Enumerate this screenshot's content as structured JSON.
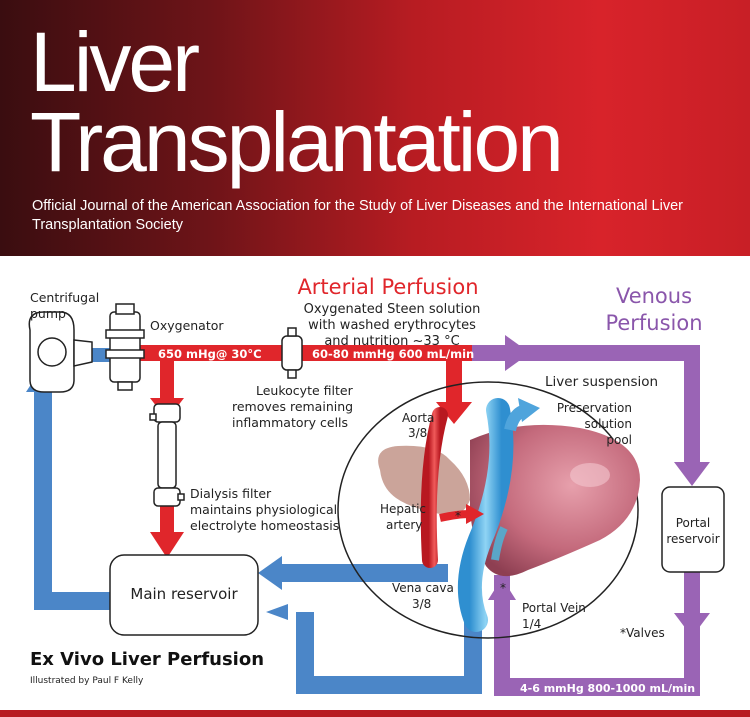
{
  "header": {
    "title_line1": "Liver",
    "title_line2": "Transplantation",
    "subtitle": "Official Journal of the American Association for the Study of Liver Diseases and the International Liver Transplantation Society"
  },
  "diagram": {
    "arterial_title": "Arterial Perfusion",
    "arterial_desc": [
      "Oxygenated Steen solution",
      "with washed erythrocytes",
      "and nutrition ~33 °C"
    ],
    "venous_title": [
      "Venous",
      "Perfusion"
    ],
    "centrifugal_pump": [
      "Centrifugal",
      "pump"
    ],
    "oxygenator": "Oxygenator",
    "pressure_arterial_1": "650 mHg@ 30°C",
    "pressure_arterial_2": "60-80 mmHg 600 mL/min",
    "leukocyte_filter": [
      "Leukocyte filter",
      "removes remaining",
      "inflammatory cells"
    ],
    "dialysis_filter": [
      "Dialysis filter",
      "maintains physiological",
      "electrolyte homeostasis"
    ],
    "main_reservoir": "Main reservoir",
    "liver_suspension": "Liver suspension",
    "preservation_pool": [
      "Preservation",
      "solution",
      "pool"
    ],
    "aorta": [
      "Aorta",
      "3/8"
    ],
    "hepatic_artery": [
      "Hepatic",
      "artery"
    ],
    "vena_cava": [
      "Vena cava",
      "3/8"
    ],
    "portal_vein": [
      "Portal Vein",
      "1/4"
    ],
    "portal_reservoir": [
      "Portal",
      "reservoir"
    ],
    "valves_note": "*Valves",
    "asterisk": "*",
    "pressure_portal": "4-6 mmHg 800-1000 mL/min",
    "caption_title": "Ex Vivo Liver Perfusion",
    "caption_credit": "Illustrated by Paul F Kelly"
  },
  "colors": {
    "arterial": "#e0262b",
    "venous": "#9a64b5",
    "blue": "#4b86c8",
    "banner_dark": "#3a0d10",
    "banner_bright": "#d8232a"
  }
}
